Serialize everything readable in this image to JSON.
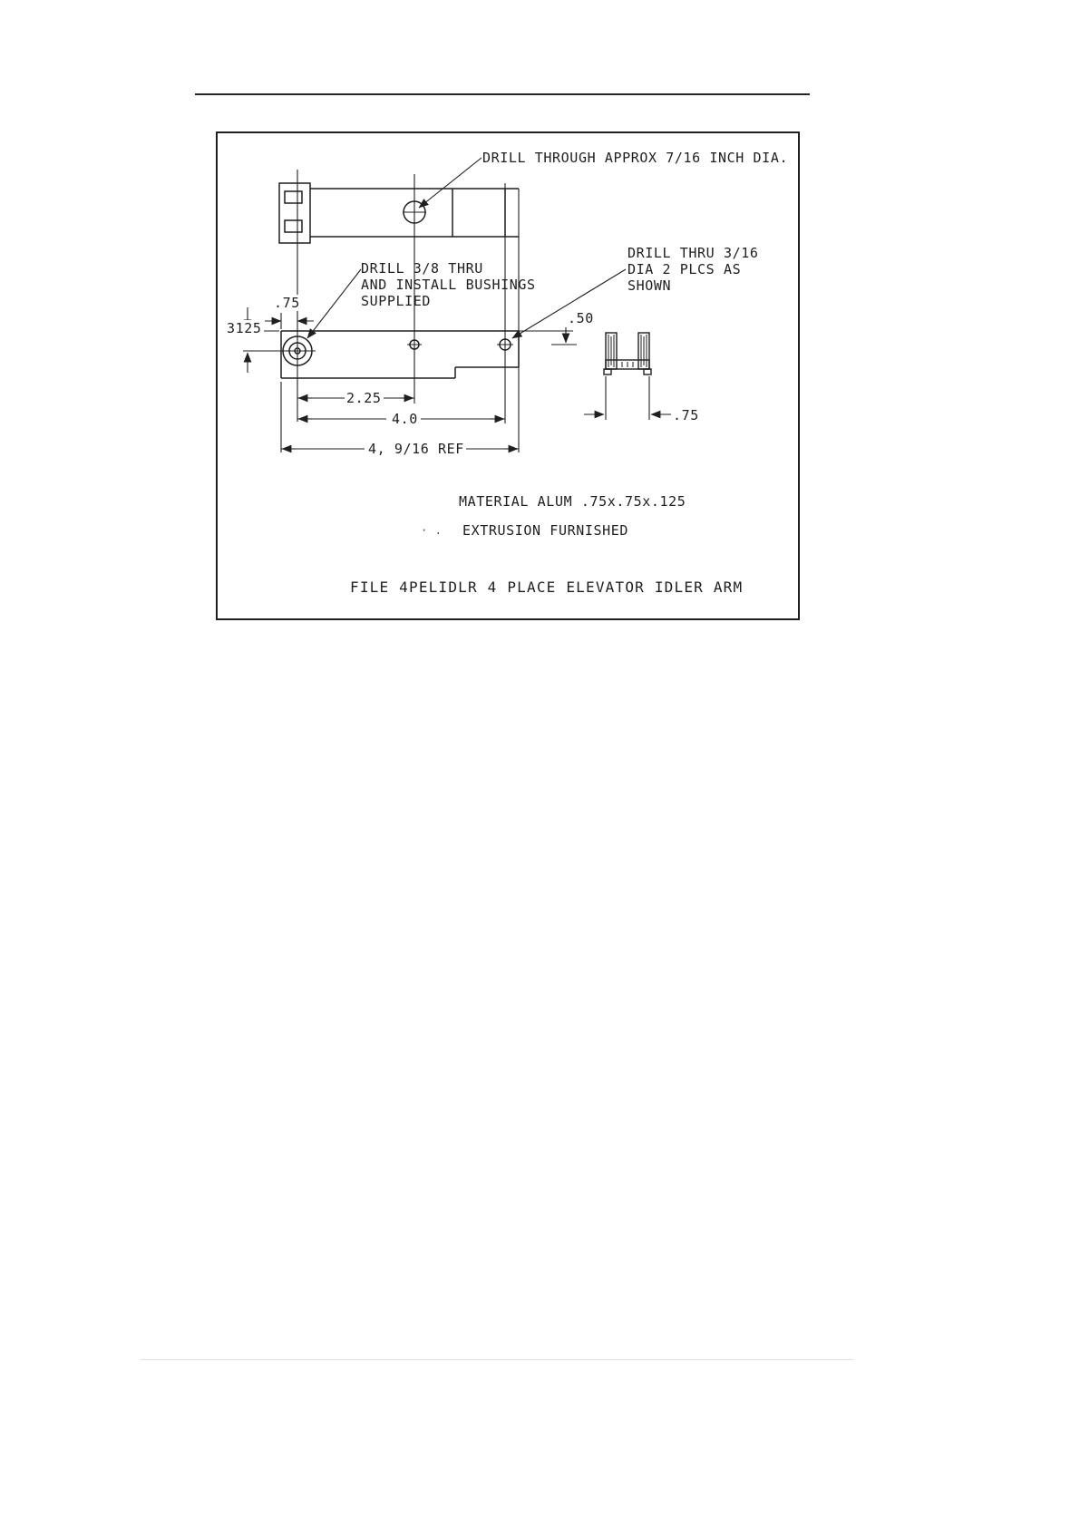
{
  "annotations": {
    "drill_through": "DRILL THROUGH APPROX 7/16 INCH DIA.",
    "drill_bushings": {
      "lines": [
        "DRILL 3/8 THRU",
        "AND INSTALL BUSHINGS",
        "SUPPLIED"
      ]
    },
    "drill_thru_316": {
      "lines": [
        "DRILL THRU 3/16",
        "DIA 2 PLCS AS",
        "SHOWN"
      ]
    }
  },
  "dimensions": {
    "left_offset": ".75",
    "vertical_offset": "3125",
    "hole_offset": ".50",
    "hole_spacing_1": "2.25",
    "hole_spacing_2": "4.0",
    "overall_length": "4, 9/16 REF",
    "extrusion_width": ".75"
  },
  "notes": {
    "material_line1": "MATERIAL ALUM .75x.75x.125",
    "material_line2": "EXTRUSION FURNISHED",
    "stray_marks": "· ."
  },
  "title": "FILE 4PELIDLR 4 PLACE ELEVATOR IDLER ARM",
  "colors": {
    "ink": "#1f1f1f",
    "page": "#ffffff",
    "faint_rule": "#dddddd"
  }
}
